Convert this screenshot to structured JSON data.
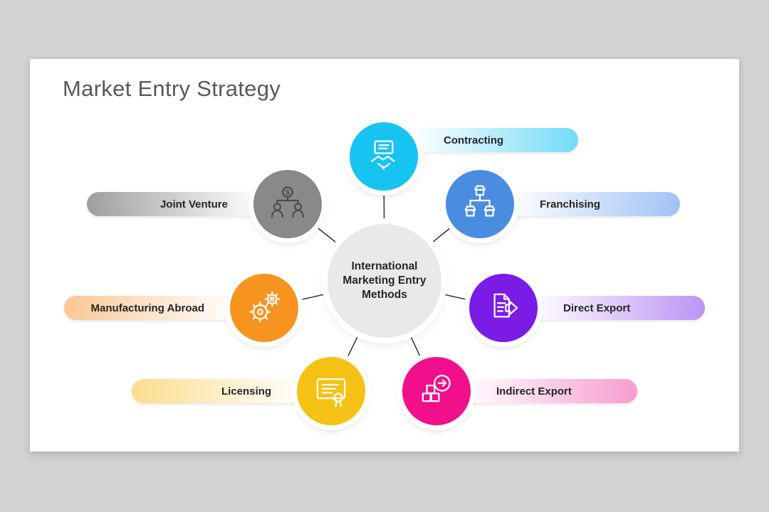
{
  "page": {
    "background": "#d2d2d2"
  },
  "slide": {
    "title": "Market Entry Strategy",
    "center": {
      "label": "International\nMarketing Entry\nMethods",
      "color": "#e9e9e9",
      "text_color": "#262626"
    },
    "connector_color": "#333333",
    "items": [
      {
        "label": "Contracting",
        "icon": "laptop-handshake-icon",
        "color": "#17c3f0",
        "pill_color": "#72dcf8",
        "side": "right"
      },
      {
        "label": "Franchising",
        "icon": "franchise-stores-icon",
        "color": "#4a8ce0",
        "pill_color": "#9fc3f4",
        "side": "right"
      },
      {
        "label": "Direct Export",
        "icon": "document-arrow-icon",
        "color": "#7a1be6",
        "pill_color": "#bb93f4",
        "side": "right"
      },
      {
        "label": "Indirect Export",
        "icon": "boxes-clock-icon",
        "color": "#f20f8b",
        "pill_color": "#f79cd0",
        "side": "right"
      },
      {
        "label": "Licensing",
        "icon": "certificate-icon",
        "color": "#f5c114",
        "pill_color": "#fbdd8e",
        "side": "left"
      },
      {
        "label": "Manufacturing Abroad",
        "icon": "gears-icon",
        "color": "#f79420",
        "pill_color": "#fbc795",
        "side": "left"
      },
      {
        "label": "Joint Venture",
        "icon": "partners-dollar-icon",
        "color": "#898989",
        "pill_color": "#9e9e9e",
        "side": "left"
      }
    ]
  }
}
